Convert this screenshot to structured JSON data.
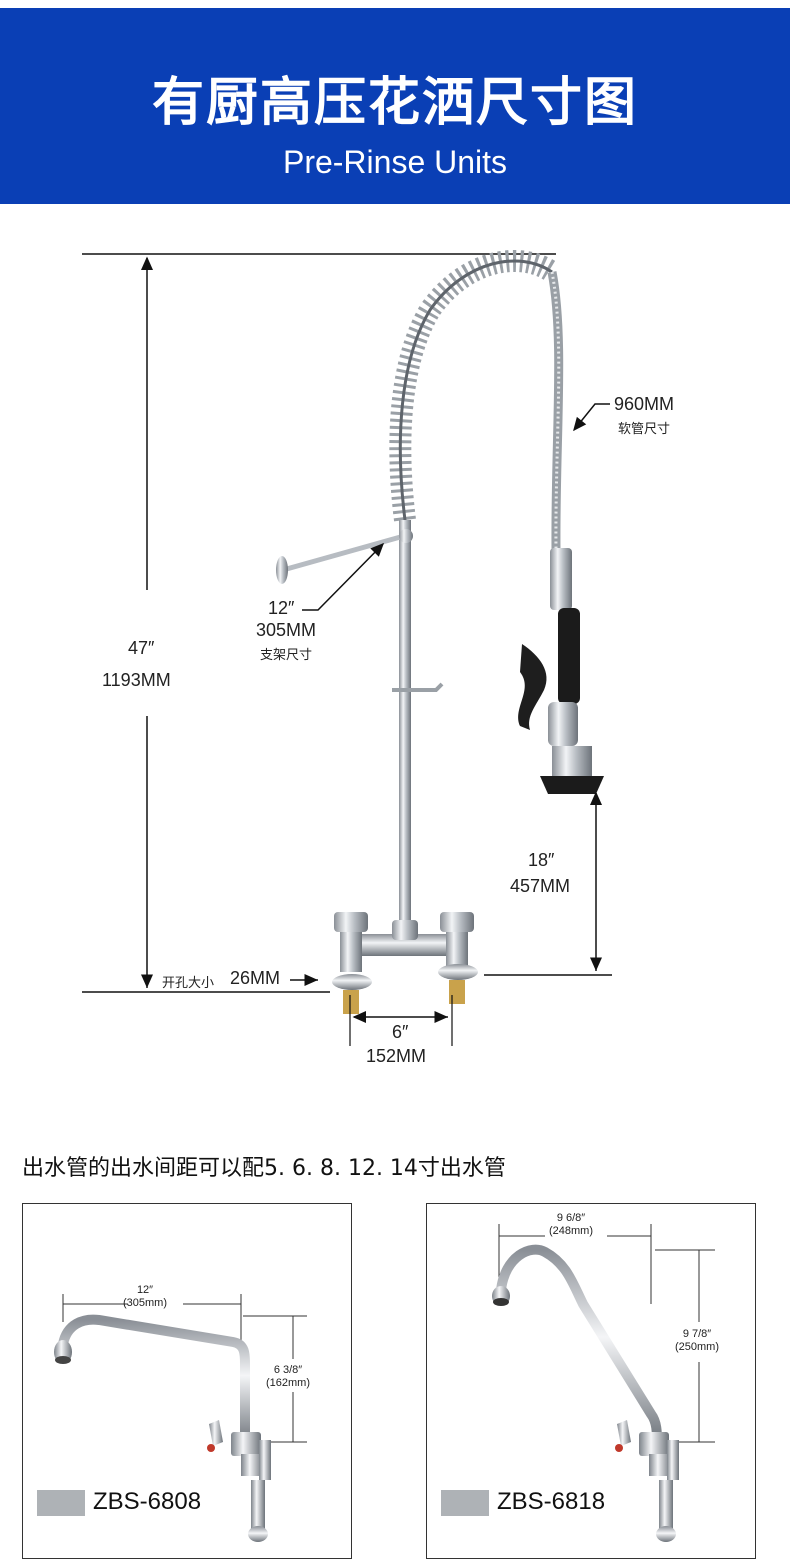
{
  "header": {
    "title": "有厨高压花洒尺寸图",
    "subtitle": "Pre-Rinse Units"
  },
  "diagram": {
    "height_inch": "47″",
    "height_mm": "1193MM",
    "hose_mm": "960MM",
    "hose_label": "软管尺寸",
    "bracket_inch": "12″",
    "bracket_mm": "305MM",
    "bracket_label": "支架尺寸",
    "spray_inch": "18″",
    "spray_mm": "457MM",
    "hole_label": "开孔大小",
    "hole_mm": "26MM",
    "spacing_inch": "6″",
    "spacing_mm": "152MM"
  },
  "section": {
    "title": "出水管的出水间距可以配5. 6. 8. 12. 14寸出水管"
  },
  "products": [
    {
      "model": "ZBS-6808",
      "width_inch": "12″",
      "width_mm": "(305mm)",
      "height_inch": "6  3/8″",
      "height_mm": "(162mm)"
    },
    {
      "model": "ZBS-6818",
      "width_inch": "9  6/8″",
      "width_mm": "(248mm)",
      "height_inch": "9  7/8″",
      "height_mm": "(250mm)"
    }
  ],
  "colors": {
    "banner": "#0a3fb5",
    "swatch": "#aeb2b6"
  }
}
